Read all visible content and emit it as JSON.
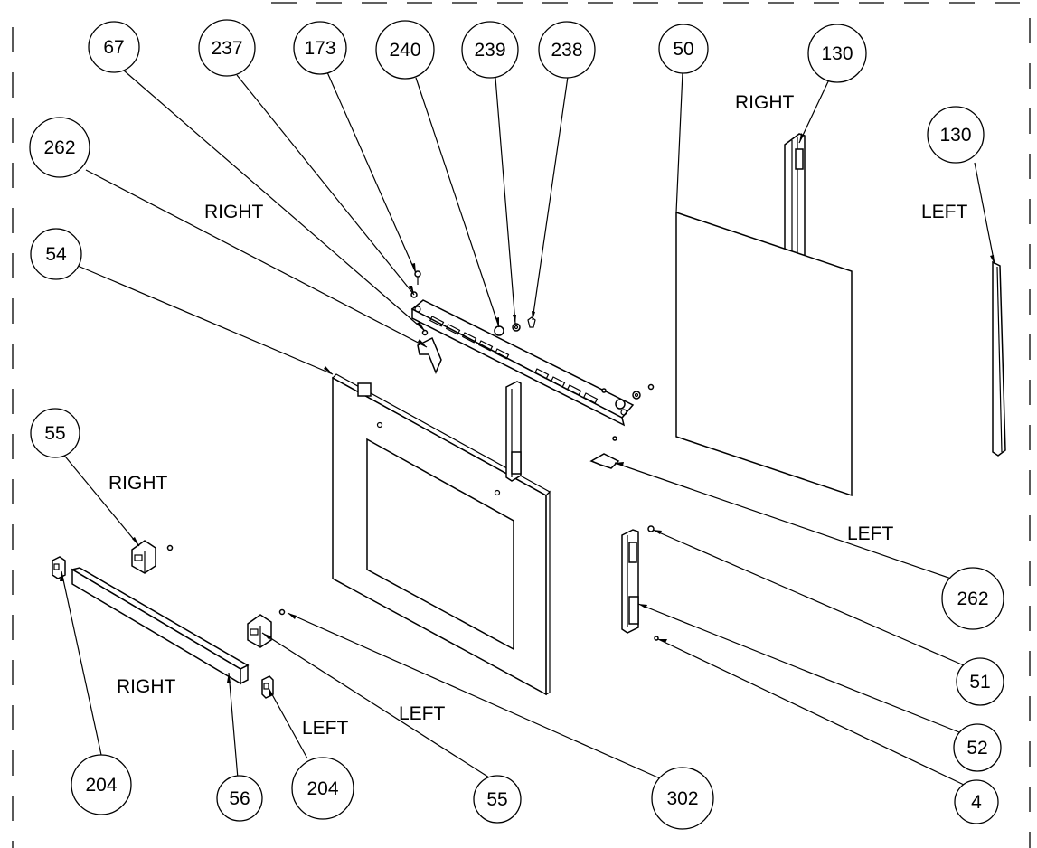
{
  "callouts": [
    {
      "id": "c-67",
      "label": "67"
    },
    {
      "id": "c-237",
      "label": "237"
    },
    {
      "id": "c-173",
      "label": "173"
    },
    {
      "id": "c-240",
      "label": "240"
    },
    {
      "id": "c-239",
      "label": "239"
    },
    {
      "id": "c-238",
      "label": "238"
    },
    {
      "id": "c-50",
      "label": "50"
    },
    {
      "id": "c-130-right",
      "label": "130"
    },
    {
      "id": "c-130-left",
      "label": "130"
    },
    {
      "id": "c-262-top",
      "label": "262"
    },
    {
      "id": "c-54",
      "label": "54"
    },
    {
      "id": "c-55-top",
      "label": "55"
    },
    {
      "id": "c-262-right",
      "label": "262"
    },
    {
      "id": "c-51",
      "label": "51"
    },
    {
      "id": "c-52",
      "label": "52"
    },
    {
      "id": "c-4",
      "label": "4"
    },
    {
      "id": "c-204-left",
      "label": "204"
    },
    {
      "id": "c-56",
      "label": "56"
    },
    {
      "id": "c-204-mid",
      "label": "204"
    },
    {
      "id": "c-55-bottom",
      "label": "55"
    },
    {
      "id": "c-302",
      "label": "302"
    }
  ],
  "side_labels": {
    "right_130": "RIGHT",
    "left_130": "LEFT",
    "right_262": "RIGHT",
    "right_55": "RIGHT",
    "left_262": "LEFT",
    "right_56": "RIGHT",
    "left_204": "LEFT",
    "left_55": "LEFT"
  },
  "colors": {
    "line": "#000000",
    "background": "#ffffff"
  }
}
